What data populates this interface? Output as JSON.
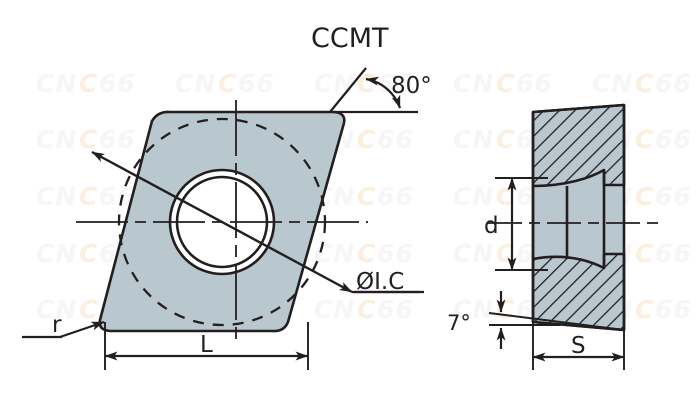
{
  "drawing": {
    "title": "CCMT",
    "type": "technical-drawing",
    "description": "CCMT turning insert dimension diagram"
  },
  "labels": {
    "title": "CCMT",
    "angle_corner": "80°",
    "diameter_ic": "ØI.C",
    "corner_radius": "r",
    "length": "L",
    "bore_diameter": "d",
    "clearance_angle": "7°",
    "thickness": "S"
  },
  "watermark": {
    "text": "CNC66",
    "letters": [
      "C",
      "N",
      "C",
      "6",
      "6"
    ],
    "color_main": "#f7f7f7",
    "color_accent": "#fdf0e2",
    "columns": 5,
    "rows": 5
  },
  "colors": {
    "insert_fill": "#b9c7cf",
    "outline": "#231f20",
    "background": "#ffffff",
    "hatch": "#231f20",
    "hole_fill": "#ffffff"
  },
  "views": {
    "top": {
      "name": "top-view",
      "shape": "rhombic-80-degree",
      "features": [
        "inscribed-circle-dashed",
        "center-bore",
        "countersink-ring",
        "centerlines",
        "rounded-corners"
      ]
    },
    "side": {
      "name": "side-view",
      "shape": "cross-section",
      "features": [
        "hatching",
        "bore-profile",
        "chipbreaker-curve",
        "clearance-taper"
      ]
    }
  }
}
